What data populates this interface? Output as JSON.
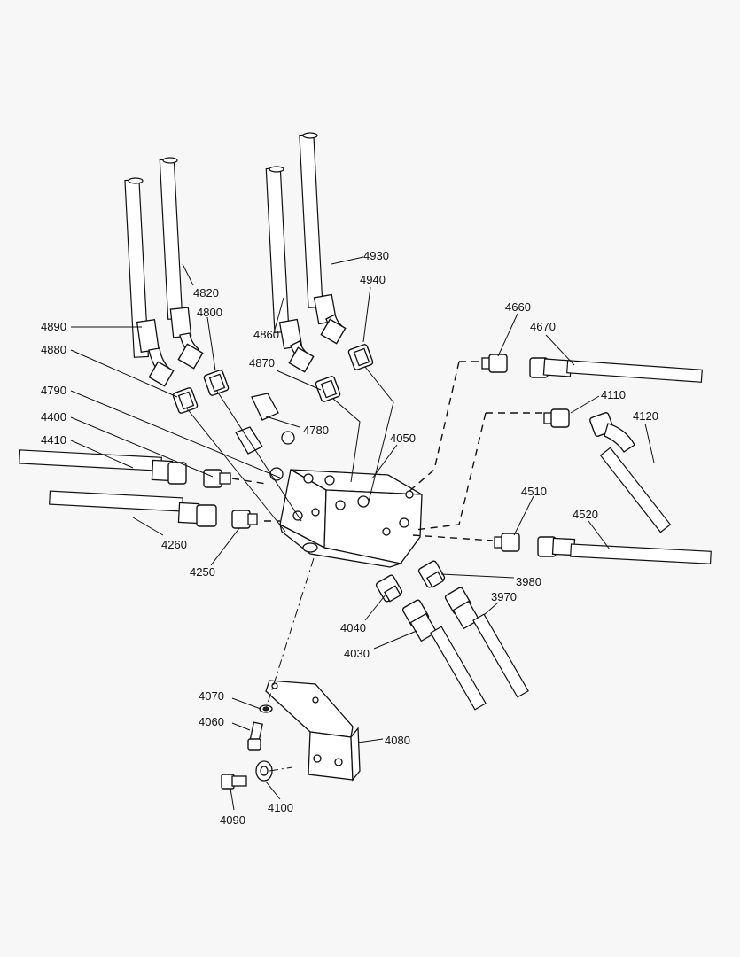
{
  "diagram": {
    "parts": [
      "4930",
      "4940",
      "4820",
      "4800",
      "4860",
      "4890",
      "4880",
      "4870",
      "4790",
      "4780",
      "4660",
      "4670",
      "4110",
      "4120",
      "4050",
      "4400",
      "4410",
      "4260",
      "4250",
      "4510",
      "4520",
      "3980",
      "3970",
      "4040",
      "4030",
      "4070",
      "4060",
      "4080",
      "4090",
      "4100"
    ]
  }
}
